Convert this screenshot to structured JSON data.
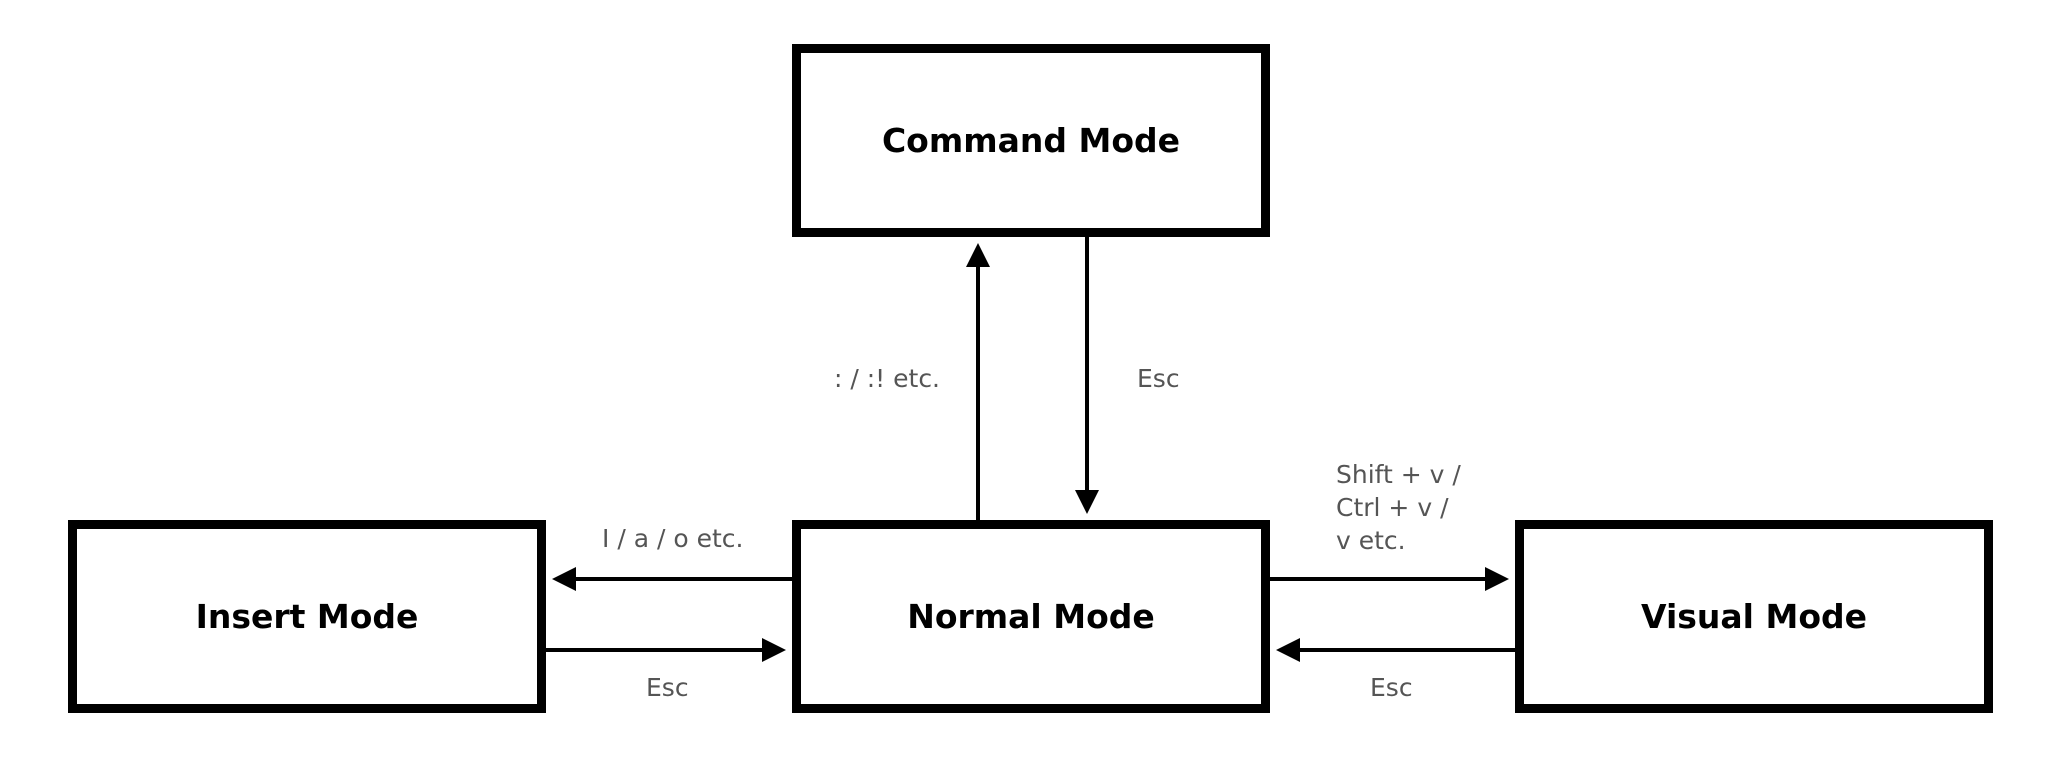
{
  "modes": {
    "command": "Command Mode",
    "insert": "Insert Mode",
    "normal": "Normal Mode",
    "visual": "Visual Mode"
  },
  "transitions": {
    "normal_to_command": ": / :! etc.",
    "command_to_normal": "Esc",
    "normal_to_insert": "I / a / o etc.",
    "insert_to_normal": "Esc",
    "normal_to_visual": [
      "Shift + v /",
      "Ctrl + v /",
      "v etc."
    ],
    "visual_to_normal": "Esc"
  },
  "colors": {
    "stroke": "#000000",
    "label": "#555555",
    "background": "#ffffff"
  }
}
